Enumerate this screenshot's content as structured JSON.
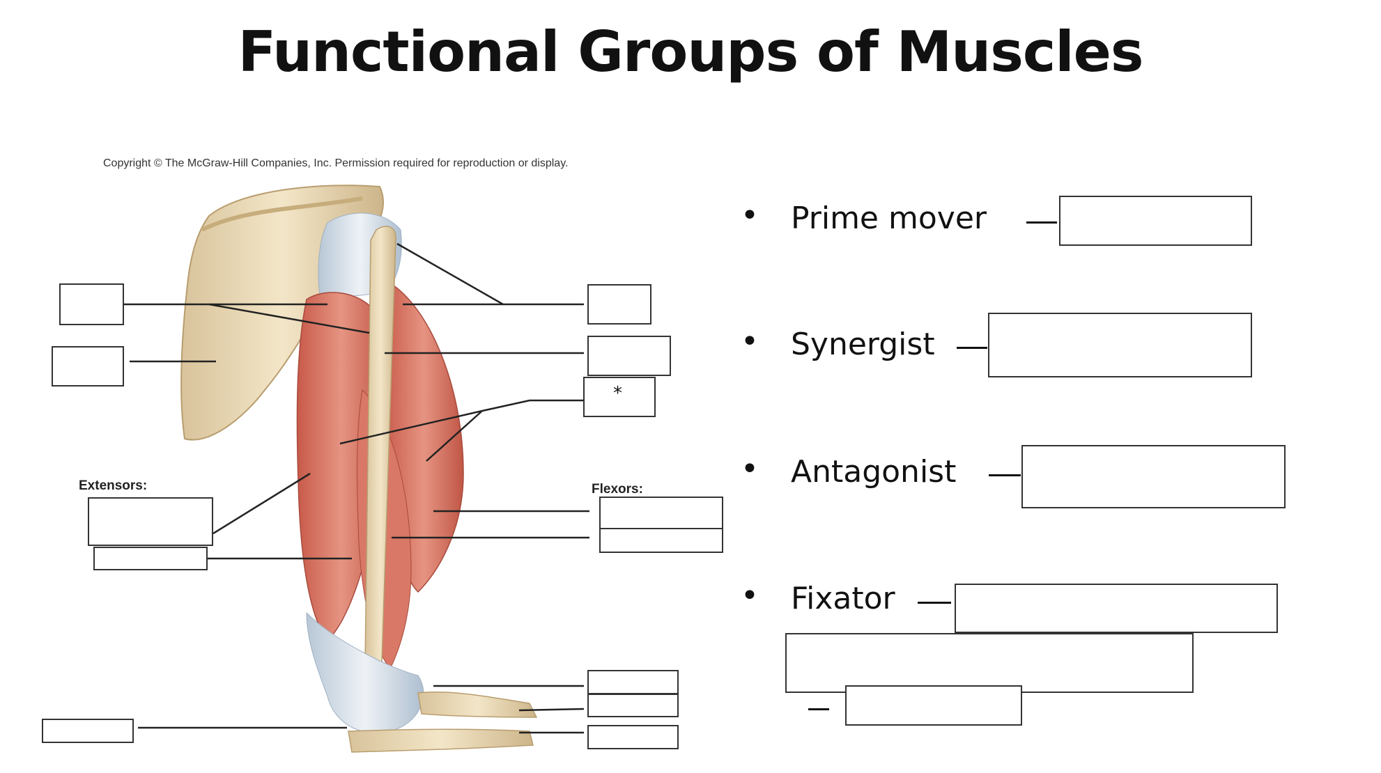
{
  "title": "Functional Groups of Muscles",
  "copyright": "Copyright © The McGraw-Hill Companies, Inc. Permission required for reproduction or display.",
  "labels": {
    "extensors": "Extensors:",
    "flexors": "Flexors:",
    "star": "*"
  },
  "terms": [
    {
      "bullet": "•",
      "text": "Prime mover"
    },
    {
      "bullet": "•",
      "text": "Synergist"
    },
    {
      "bullet": "•",
      "text": "Antagonist"
    },
    {
      "bullet": "•",
      "text": "Fixator"
    }
  ]
}
